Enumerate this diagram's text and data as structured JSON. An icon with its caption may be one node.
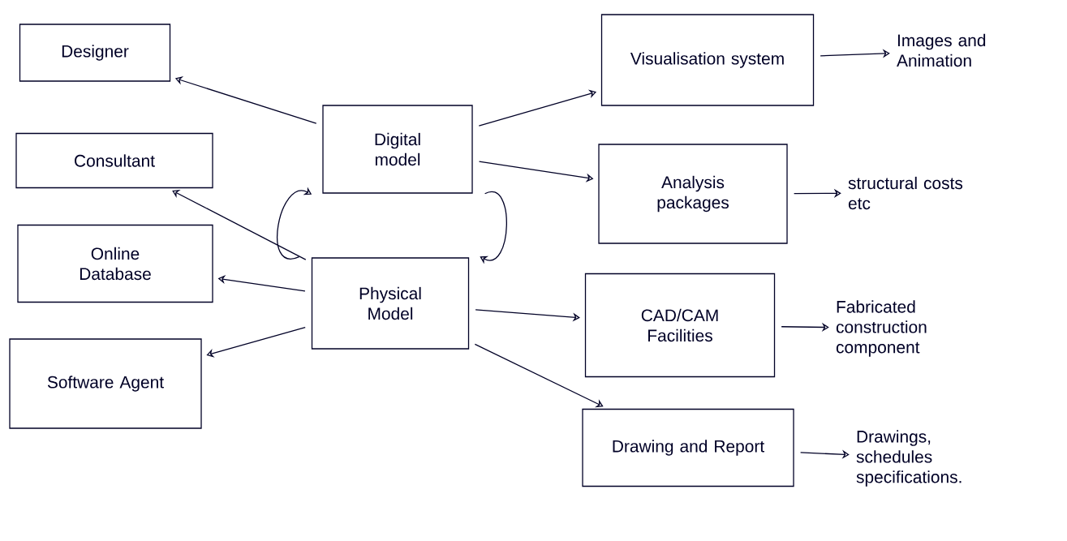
{
  "diagram": {
    "nodes": [
      {
        "text": [
          "Designer"
        ]
      },
      {
        "text": [
          "Consultant"
        ]
      },
      {
        "text": [
          "Online Database"
        ]
      },
      {
        "text": [
          "Software Agent"
        ]
      },
      {
        "text": [
          "Digital model"
        ]
      },
      {
        "text": [
          "Physical Model"
        ]
      },
      {
        "text": [
          "Visualisation system"
        ]
      },
      {
        "text": [
          "Analysis packages"
        ]
      },
      {
        "text": [
          "CAD/CAM Facilities"
        ]
      },
      {
        "text": [
          "Drawing and Report"
        ]
      },
      {
        "text": [
          "Images and Animation"
        ]
      },
      {
        "text": [
          "structural costs etc"
        ]
      },
      {
        "text": [
          "Fabricated construction component"
        ]
      },
      {
        "text": [
          "Drawings, schedules specifications."
        ]
      }
    ],
    "edges": [
      {
        "from": 4,
        "to": 0,
        "arrow": "to"
      },
      {
        "from": 5,
        "to": 1,
        "arrow": "to"
      },
      {
        "from": 5,
        "to": 2,
        "arrow": "to"
      },
      {
        "from": 5,
        "to": 3,
        "arrow": "to"
      },
      {
        "from": 5,
        "to": 4,
        "arrow": "to"
      },
      {
        "from": 4,
        "to": 5,
        "arrow": "to"
      },
      {
        "from": 4,
        "to": 6,
        "arrow": "to"
      },
      {
        "from": 4,
        "to": 7,
        "arrow": "to"
      },
      {
        "from": 5,
        "to": 8,
        "arrow": "to"
      },
      {
        "from": 5,
        "to": 9,
        "arrow": "to"
      },
      {
        "from": 6,
        "to": 10,
        "arrow": "to"
      },
      {
        "from": 7,
        "to": 11,
        "arrow": "to"
      },
      {
        "from": 8,
        "to": 12,
        "arrow": "to"
      },
      {
        "from": 9,
        "to": 13,
        "arrow": "to"
      }
    ]
  }
}
